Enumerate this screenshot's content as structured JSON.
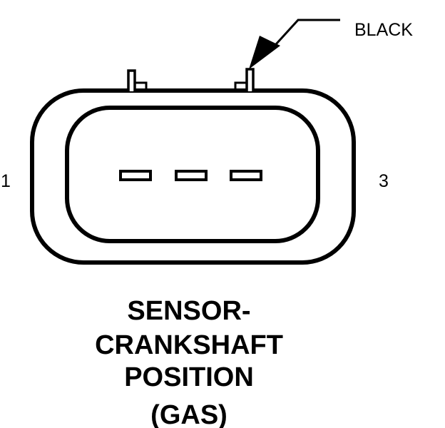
{
  "connector": {
    "wire_color_label": "BLACK",
    "pin_left_label": "1",
    "pin_right_label": "3",
    "pin_count": 3
  },
  "title": {
    "line1": "SENSOR-",
    "line2": "CRANKSHAFT",
    "line3": "POSITION",
    "line4": "(GAS)"
  },
  "colors": {
    "stroke": "#000000",
    "background": "#ffffff"
  }
}
